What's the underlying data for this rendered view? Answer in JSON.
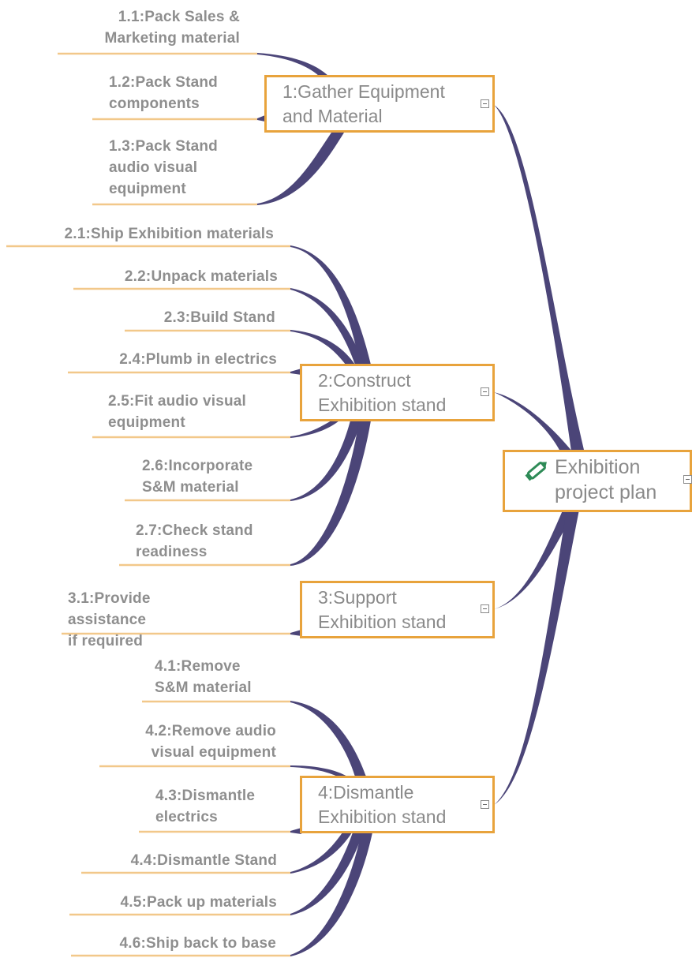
{
  "root": {
    "title_line1": "Exhibition",
    "title_line2": "project plan"
  },
  "branches": [
    {
      "label_line1": "1:Gather Equipment",
      "label_line2": "and Material",
      "leaves": [
        {
          "lines": [
            "1.1:Pack Sales &",
            "Marketing material"
          ]
        },
        {
          "lines": [
            "1.2:Pack Stand",
            "components"
          ]
        },
        {
          "lines": [
            "1.3:Pack Stand",
            "audio visual",
            "equipment"
          ]
        }
      ]
    },
    {
      "label_line1": "2:Construct",
      "label_line2": "Exhibition stand",
      "leaves": [
        {
          "lines": [
            "2.1:Ship Exhibition materials"
          ]
        },
        {
          "lines": [
            "2.2:Unpack materials"
          ]
        },
        {
          "lines": [
            "2.3:Build Stand"
          ]
        },
        {
          "lines": [
            "2.4:Plumb in electrics"
          ]
        },
        {
          "lines": [
            "2.5:Fit audio visual",
            "equipment"
          ]
        },
        {
          "lines": [
            "2.6:Incorporate",
            "S&M material"
          ]
        },
        {
          "lines": [
            "2.7:Check stand",
            "readiness"
          ]
        }
      ]
    },
    {
      "label_line1": "3:Support",
      "label_line2": "Exhibition stand",
      "leaves": [
        {
          "lines": [
            "3.1:Provide",
            "assistance",
            "if required"
          ]
        }
      ]
    },
    {
      "label_line1": "4:Dismantle",
      "label_line2": "Exhibition stand",
      "leaves": [
        {
          "lines": [
            "4.1:Remove",
            "S&M material"
          ]
        },
        {
          "lines": [
            "4.2:Remove audio",
            "visual equipment"
          ]
        },
        {
          "lines": [
            "4.3:Dismantle",
            "electrics"
          ]
        },
        {
          "lines": [
            "4.4:Dismantle Stand"
          ]
        },
        {
          "lines": [
            "4.5:Pack up materials"
          ]
        },
        {
          "lines": [
            "4.6:Ship back to base"
          ]
        }
      ]
    }
  ],
  "colors": {
    "branch": "#4b4578",
    "box_border": "#e8a33c",
    "underline": "#f2c88a",
    "text": "#8e8e8e",
    "pencil": "#2e8b57"
  },
  "icons": {
    "root": "pencil-icon",
    "collapse": "collapse-minus-icon"
  }
}
